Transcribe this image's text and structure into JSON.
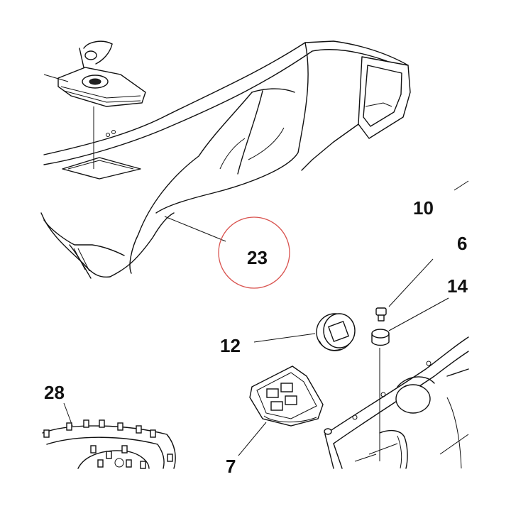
{
  "callouts": {
    "c23": "23",
    "c10": "10",
    "c6": "6",
    "c14": "14",
    "c12": "12",
    "c28": "28",
    "c7": "7"
  },
  "highlight": {
    "target": "23",
    "color": "#d9534f"
  }
}
